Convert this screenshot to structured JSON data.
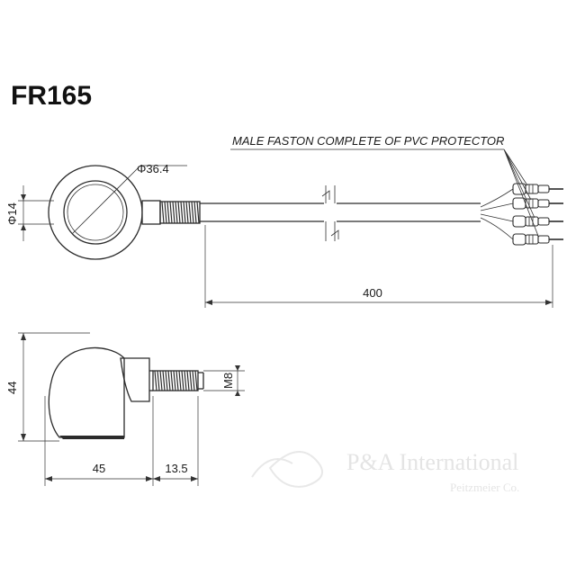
{
  "title": "FR165",
  "note": "MALE FASTON COMPLETE OF PVC PROTECTOR",
  "dimensions": {
    "diameter": "Φ36.4",
    "thread_dia": "Φ14",
    "cable_length": "400",
    "height": "44",
    "thread": "M8",
    "body_length": "45",
    "stem_length": "13.5"
  },
  "watermark": {
    "line1": "P&A International",
    "line2": "Peitzmeier Co."
  },
  "colors": {
    "line": "#2b2b2b",
    "watermark": "#e4e4e4"
  }
}
